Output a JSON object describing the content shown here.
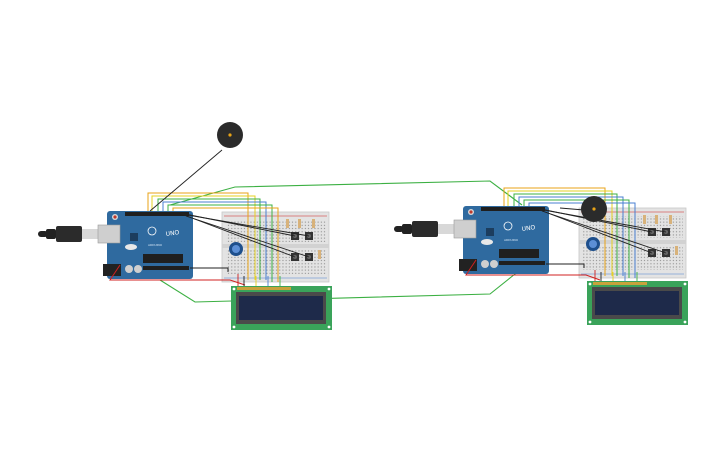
{
  "boards": [
    {
      "id": "left",
      "uno_label": "UNO",
      "brand": "ARDUINO",
      "lcd_text": ""
    },
    {
      "id": "right",
      "uno_label": "UNO",
      "brand": "ARDUINO",
      "lcd_text": ""
    }
  ],
  "colors": {
    "arduino_blue": "#2f6a9f",
    "board_dark": "#1f4f7a",
    "breadboard": "#e3e3e3",
    "lcd_frame": "#3aa35a",
    "lcd_screen": "#1e2a4a",
    "buzzer": "#2b2b2b",
    "wire_green": "#3cb043",
    "wire_orange": "#e8a317",
    "wire_yellow": "#e6d020",
    "wire_blue": "#4a7fd1",
    "wire_red": "#d02020",
    "wire_black": "#222222"
  },
  "icons": [
    "usb-cable-icon",
    "buzzer-icon",
    "potentiometer-icon",
    "pushbutton-icon"
  ]
}
